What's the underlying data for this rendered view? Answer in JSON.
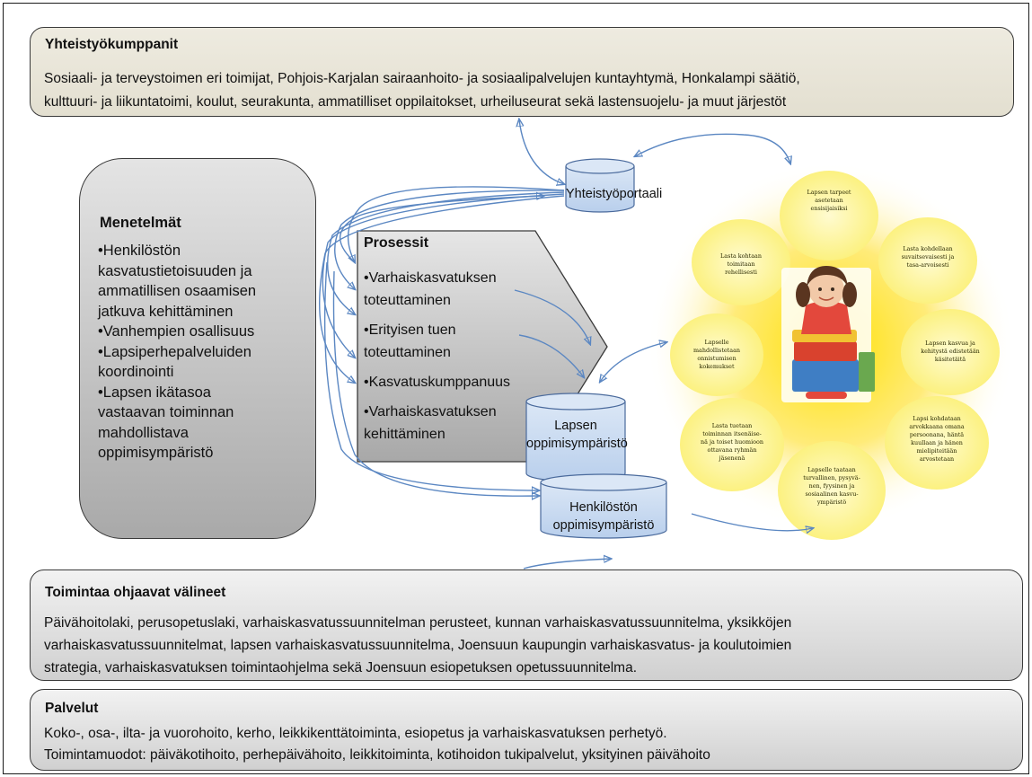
{
  "partners": {
    "title": "Yhteistyökumppanit",
    "line1": "Sosiaali- ja terveystoimen eri toimijat, Pohjois-Karjalan sairaanhoito- ja sosiaalipalvelujen kuntayhtymä, Honkalampi säätiö,",
    "line2": "kulttuuri- ja liikuntatoimi, koulut, seurakunta, ammatilliset oppilaitokset, urheiluseurat sekä lastensuojelu- ja muut järjestöt"
  },
  "methods": {
    "title": "Menetelmät",
    "items": [
      "•Henkilöstön",
      "kasvatustietoisuuden ja",
      "ammatillisen osaamisen",
      "jatkuva kehittäminen",
      "•Vanhempien osallisuus",
      "•Lapsiperhepalveluiden",
      "koordinointi",
      "•Lapsen ikätasoa",
      "vastaavan toiminnan",
      "mahdollistava",
      "oppimisympäristö"
    ]
  },
  "processes": {
    "title": "Prosessit",
    "items": [
      "•Varhaiskasvatuksen toteuttaminen",
      "•Erityisen tuen toteuttaminen",
      "•Kasvatuskumppanuus",
      "•Varhaiskasvatuksen kehittäminen"
    ]
  },
  "cylinders": {
    "portal": "Yhteistyöportaali",
    "child_env_line1": "Lapsen",
    "child_env_line2": "oppimisympäristö",
    "staff_env_line1": "Henkilöstön",
    "staff_env_line2": "oppimisympäristö"
  },
  "child_circle": {
    "petals": [
      "Lapsen tarpeet asetetaan ensisijaisiksi",
      "Lasta kohdellaan suvaitsevaisesti ja tasa-arvoisesti",
      "Lapsen kasvua ja kehitystä edistetään käsitetäitä",
      "Lapsi kohdataan arvokkaana omana persoonana, häntä kuullaan ja hänen mielipiteitään arvostetaan",
      "Lapselle taataan turvallinen, pysyvä- nen, fyysinen ja sosiaalinen kasvu- ympäristö",
      "Lasta tuetaan toiminnan itsenäise- nä ja toiset huomioon ottavana ryhmän jäsenenä",
      "Lapselle mahdollistetaan onnistumisen kokemukset",
      "Lasta kohtaan toimitaan rehellisesti"
    ]
  },
  "tools": {
    "title": "Toimintaa ohjaavat välineet",
    "line1": "Päivähoitolaki, perusopetuslaki, varhaiskasvatussuunnitelman perusteet, kunnan varhaiskasvatussuunnitelma, yksikköjen",
    "line2": "varhaiskasvatussuunnitelmat, lapsen varhaiskasvatussuunnitelma, Joensuun kaupungin varhaiskasvatus- ja koulutoimien",
    "line3": "strategia, varhaiskasvatuksen toimintaohjelma sekä Joensuun esiopetuksen opetussuunnitelma."
  },
  "services": {
    "title": "Palvelut",
    "line1": "Koko-, osa-, ilta- ja vuorohoito, kerho, leikkikenttätoiminta, esiopetus ja varhaiskasvatuksen perhetyö.",
    "line2": "Toimintamuodot: päiväkotihoito, perhepäivähoito, leikkitoiminta, kotihoidon tukipalvelut, yksityinen päivähoito"
  },
  "colors": {
    "cylinder_fill": "#c6d9f1",
    "cylinder_stroke": "#4a6a9c",
    "arrow": "#5b87c2",
    "petal_fill": "#fdf27a",
    "glow": "#ffd400"
  }
}
